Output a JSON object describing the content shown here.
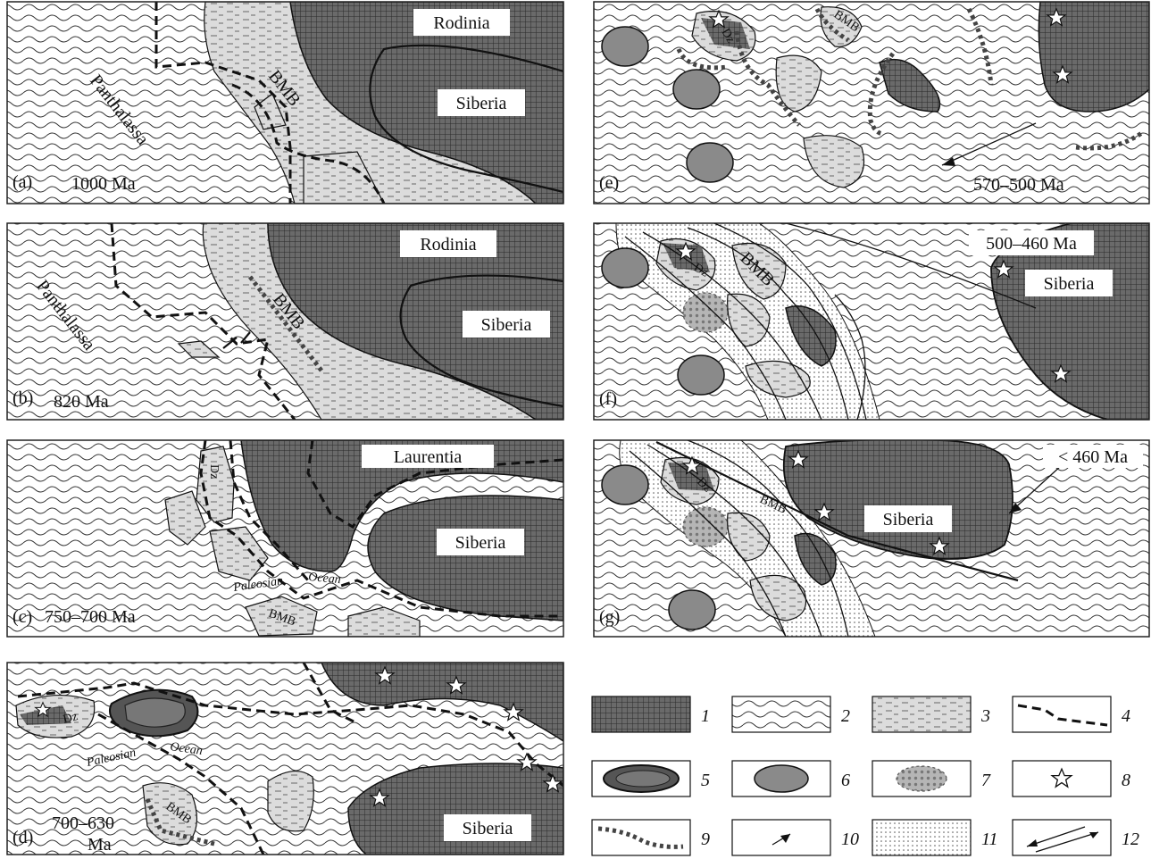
{
  "panels": {
    "a": {
      "letter": "(a)",
      "age": "1000 Ma",
      "labels": [
        "Rodinia",
        "Siberia",
        "Panthalassa",
        "BMB"
      ]
    },
    "b": {
      "letter": "(b)",
      "age": "820 Ma",
      "labels": [
        "Rodinia",
        "Siberia",
        "Panthalassa",
        "BMB"
      ]
    },
    "c": {
      "letter": "(c)",
      "age": "750–700 Ma",
      "labels": [
        "Laurentia",
        "Siberia",
        "Dz",
        "BMB"
      ],
      "ocean1": "Paleosian",
      "ocean2": "Ocean"
    },
    "d": {
      "letter": "(d)",
      "age_line1": "700–630",
      "age_line2": "Ma",
      "labels": [
        "Siberia",
        "Dz",
        "BMB"
      ],
      "ocean1": "Paleosian",
      "ocean2": "Ocean"
    },
    "e": {
      "letter": "(e)",
      "age": "570–500 Ma",
      "labels": [
        "Dz",
        "BMB"
      ]
    },
    "f": {
      "letter": "(f)",
      "age": "500–460 Ma",
      "labels": [
        "Siberia",
        "Dz",
        "BMB"
      ]
    },
    "g": {
      "letter": "(g)",
      "age": "< 460 Ma",
      "labels": [
        "Siberia",
        "Dz",
        "BMB"
      ]
    }
  },
  "legend": [
    "1",
    "2",
    "3",
    "4",
    "5",
    "6",
    "7",
    "8",
    "9",
    "10",
    "11",
    "12"
  ]
}
